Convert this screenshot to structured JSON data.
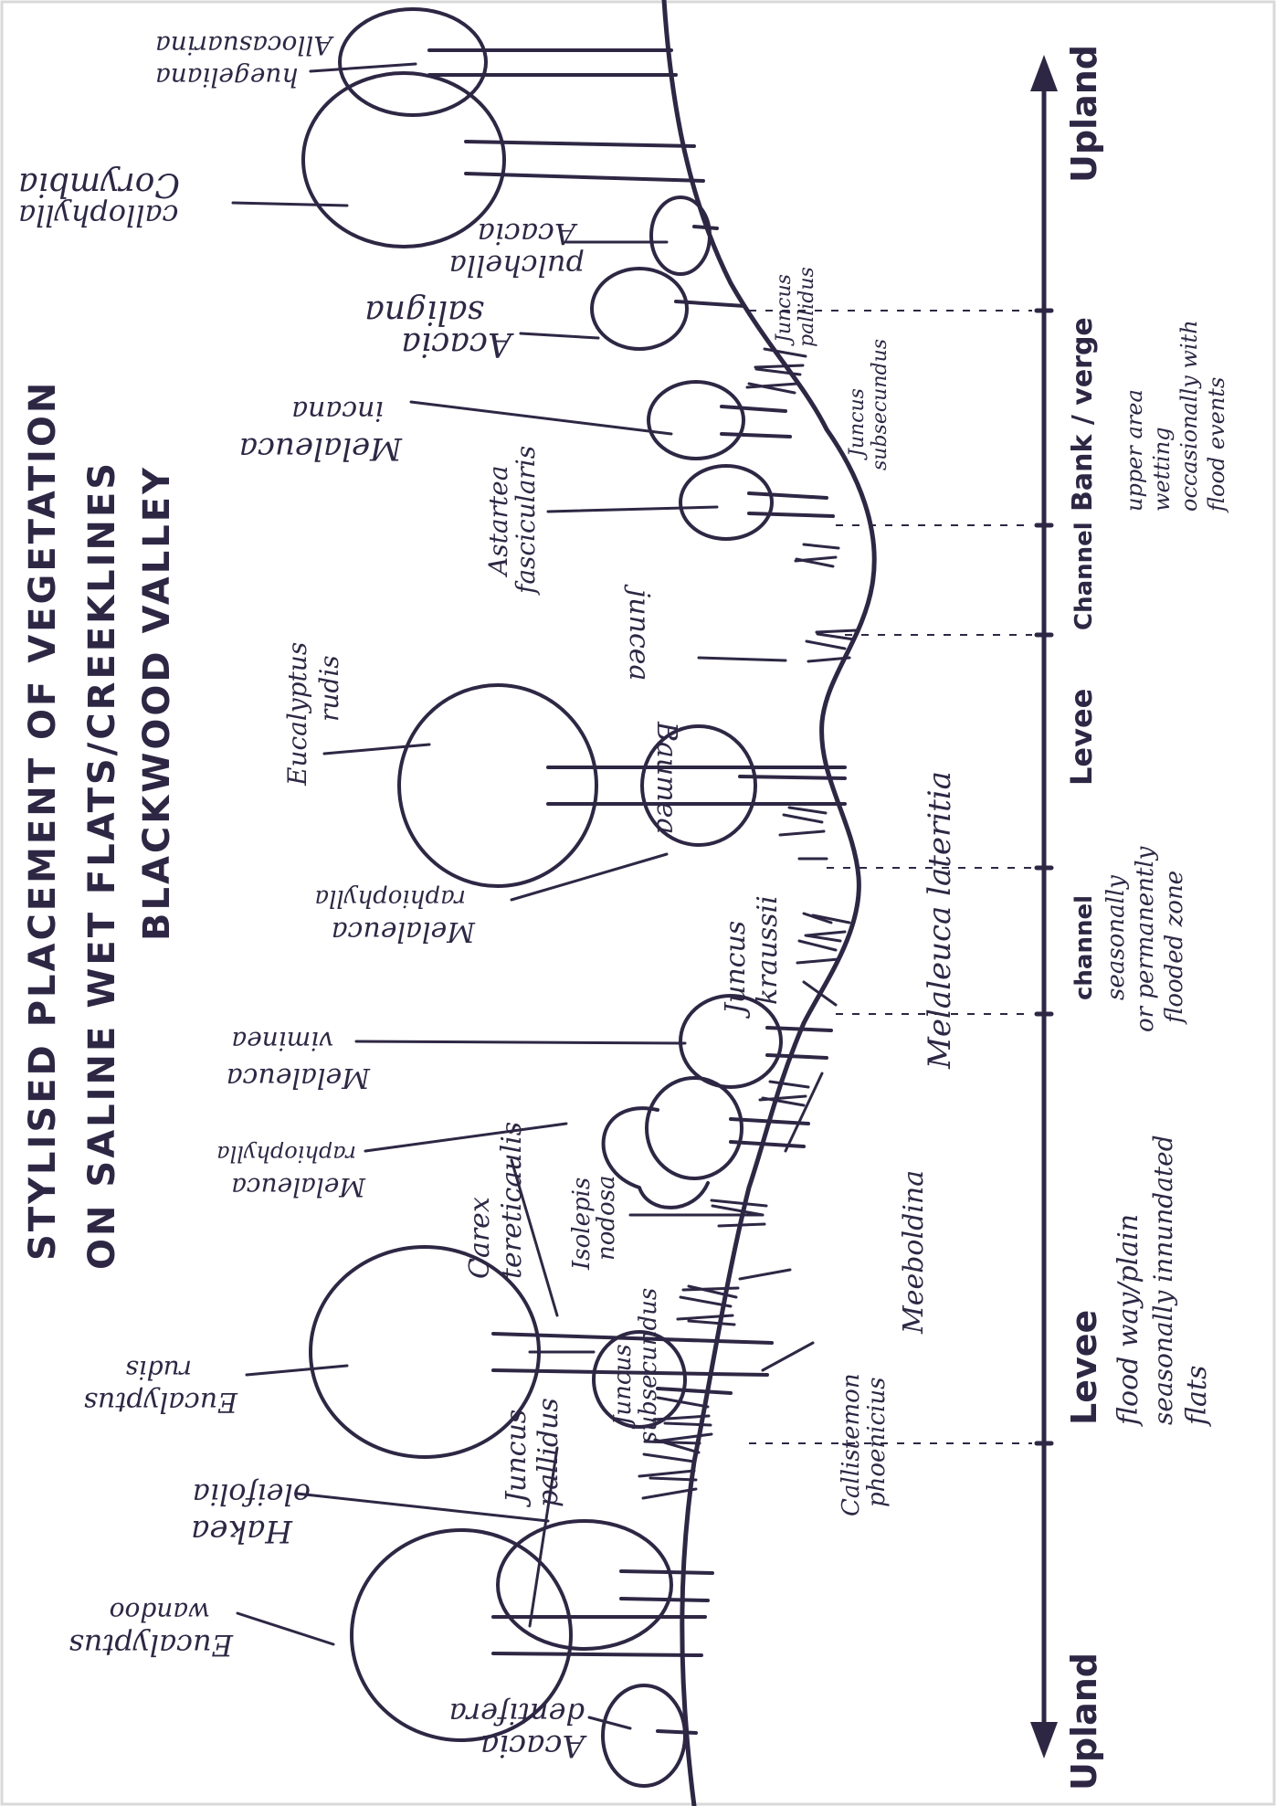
{
  "title": {
    "line1": "STYLISED PLACEMENT OF VEGETATION",
    "line2": "ON SALINE WET FLATS/CREEKLINES",
    "line3": "BLACKWOOD VALLEY"
  },
  "zones": [
    {
      "id": "upland_left",
      "label": "Upland",
      "note": []
    },
    {
      "id": "levee_1",
      "label": "Levee",
      "note": [
        "flood way/plain",
        "seasonally innundated",
        "flats"
      ]
    },
    {
      "id": "channel_1",
      "label": "channel",
      "note": [
        "seasonally",
        "or permanently",
        "flooded zone"
      ]
    },
    {
      "id": "levee_2",
      "label": "Levee",
      "note": []
    },
    {
      "id": "channel_2",
      "label": "Channel",
      "note": []
    },
    {
      "id": "bank",
      "label": "Bank / verge",
      "note": [
        "upper area",
        "wetting",
        "occasionally with",
        "flood events"
      ]
    },
    {
      "id": "upland_right",
      "label": "Upland",
      "note": []
    }
  ],
  "species": {
    "acacia_dentifera": [
      "Acacia",
      "dentifera"
    ],
    "eucalyptus_wandoo": [
      "Eucalyptus",
      "wandoo"
    ],
    "hakea_oleifolia": [
      "Hakea",
      "oleifolia"
    ],
    "juncus_pallidus_1": [
      "Juncus",
      "pallidus"
    ],
    "juncus_subsecundus_1": [
      "Juncus",
      "subsecundus"
    ],
    "callistemon": [
      "Callistemon",
      "phoenicius"
    ],
    "eucalyptus_rudis_1": [
      "Eucalyptus",
      "rudis"
    ],
    "meeboldina": [
      "Meeboldina"
    ],
    "isolepis": [
      "Isolepis",
      "nodosa"
    ],
    "carex": [
      "Carex",
      "tereticaulis"
    ],
    "melaleuca_raphiophylla_1": [
      "Melaleuca",
      "raphiophylla"
    ],
    "melaleuca_viminea": [
      "Melaleuca",
      "viminea"
    ],
    "melaleuca_lateritia": [
      "Melaleuca lateritia"
    ],
    "juncus_kraussii": [
      "Juncus",
      "kraussii"
    ],
    "melaleuca_raphiophylla_2": [
      "Melaleuca",
      "raphiophylla"
    ],
    "eucalyptus_rudis_2": [
      "Eucalyptus",
      "rudis"
    ],
    "baumea_juncea": [
      "Baumea",
      "juncea"
    ],
    "astartea": [
      "Astartea",
      "fascicularis"
    ],
    "juncus_subsecundus_2": [
      "Juncus",
      "subsecundus"
    ],
    "melaleuca_incana": [
      "Melaleuca",
      "incana"
    ],
    "acacia_saligna": [
      "Acacia",
      "saligna"
    ],
    "juncus_pallidus_2": [
      "Juncus",
      "pallidus"
    ],
    "acacia_pulchella": [
      "Acacia",
      "pulchella"
    ],
    "corymbia": [
      "Corymbia",
      "callophylla"
    ],
    "allocasuarina": [
      "Allocasuarina",
      "huegeliana"
    ]
  },
  "colors": {
    "ink": "#2e2744",
    "paper": "#ffffff",
    "border": "#d9d9d9"
  }
}
